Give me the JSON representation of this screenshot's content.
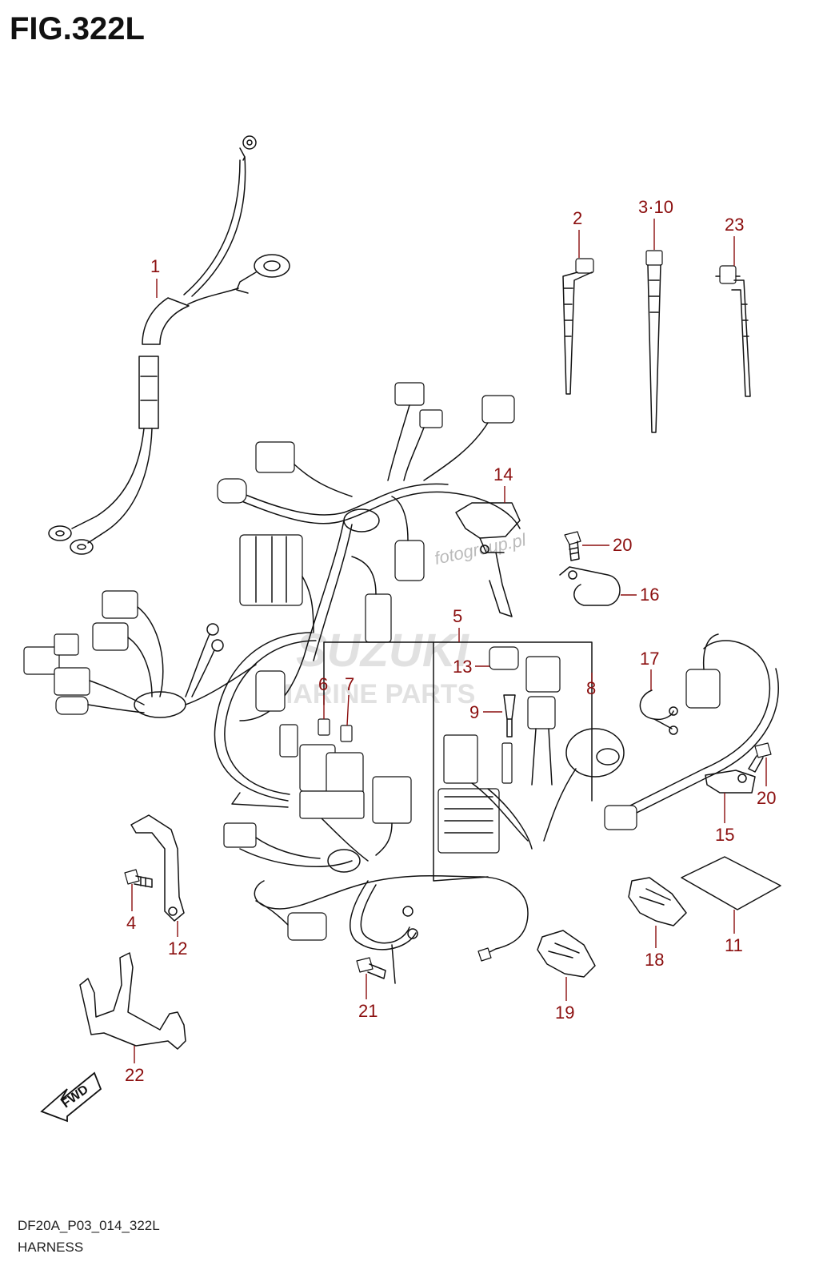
{
  "figure": {
    "title": "FIG.322L",
    "code": "DF20A_P03_014_322L",
    "name": "HARNESS"
  },
  "watermark": {
    "brand": "SUZUKI",
    "line2": "MARINE PARTS",
    "site": "fotogroup.pl"
  },
  "fwd_label": "FWD",
  "callouts": [
    "1",
    "2",
    "3·10",
    "23",
    "14",
    "20",
    "16",
    "5",
    "13",
    "6",
    "7",
    "8",
    "9",
    "17",
    "20",
    "15",
    "4",
    "12",
    "11",
    "18",
    "21",
    "19",
    "22"
  ],
  "colors": {
    "callout": "#8b0e0e",
    "line": "#111111"
  }
}
